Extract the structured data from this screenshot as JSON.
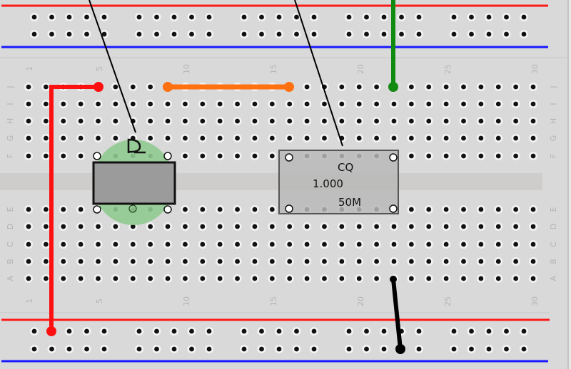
{
  "breadboard": {
    "columns": 30,
    "column_labels": [
      "1",
      "5",
      "10",
      "15",
      "20",
      "25",
      "30"
    ],
    "row_labels_top": [
      "J",
      "I",
      "H",
      "G",
      "F"
    ],
    "row_labels_bottom": [
      "E",
      "D",
      "C",
      "B",
      "A"
    ],
    "rail_colors": {
      "positive": "#ff1a1a",
      "negative": "#1a1aff"
    }
  },
  "crystal": {
    "line1": "CQ",
    "line2": "1.000",
    "line3": "50M"
  },
  "potentiometer": {
    "body_color": "#8fc98f"
  },
  "wires": [
    {
      "name": "red-wire",
      "color": "#ff1010"
    },
    {
      "name": "orange-wire",
      "color": "#ff7010"
    },
    {
      "name": "green-wire",
      "color": "#108a10"
    },
    {
      "name": "black-wire",
      "color": "#000000"
    }
  ]
}
